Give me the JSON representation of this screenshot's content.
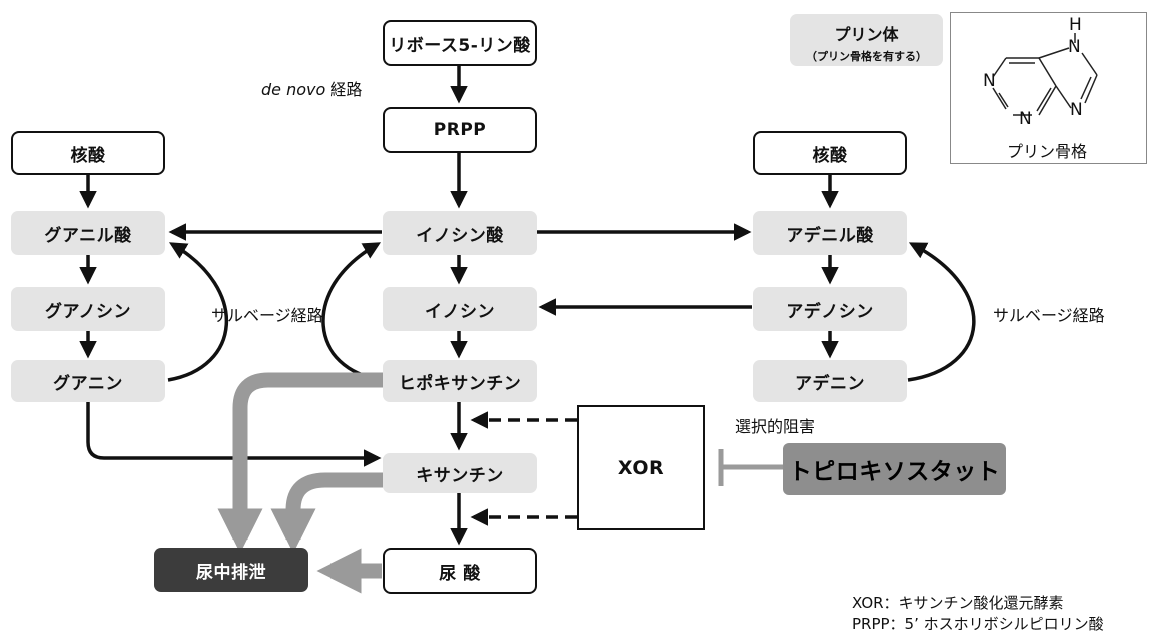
{
  "nodes": {
    "ribose5p": "リボース5-リン酸",
    "prpp": "PRPP",
    "nucleic_left": "核酸",
    "nucleic_right": "核酸",
    "gmp": "グアニル酸",
    "imp": "イノシン酸",
    "amp": "アデニル酸",
    "guanosine": "グアノシン",
    "inosine": "イノシン",
    "adenosine": "アデノシン",
    "guanine": "グアニン",
    "hypoxanthine": "ヒポキサンチン",
    "adenine": "アデニン",
    "xanthine": "キサンチン",
    "uric_acid": "尿 酸",
    "urinary_excretion": "尿中排泄",
    "xor": "XOR",
    "topiroxostat": "トピロキソスタット"
  },
  "labels": {
    "de_novo_italic": "de novo",
    "de_novo_rest": " 経路",
    "salvage_left": "サルベージ経路",
    "salvage_right": "サルベージ経路",
    "selective_inhibition": "選択的阻害"
  },
  "purine": {
    "title": "プリン体",
    "subtitle": "（プリン骨格を有する）",
    "skeleton_label": "プリン骨格",
    "atom_h": "H",
    "atom_n1": "N",
    "atom_n3": "N",
    "atom_n7": "N",
    "atom_n9": "N"
  },
  "abbreviations": {
    "xor": "XOR：キサンチン酸化還元酵素",
    "prpp": "PRPP：5’ ホスホリボシルピロリン酸"
  },
  "colors": {
    "gray_box": "#e4e4e4",
    "dark_box": "#3c3c3c",
    "drug_box": "#8e8e8e",
    "gray_arrow": "#9a9a9a"
  }
}
